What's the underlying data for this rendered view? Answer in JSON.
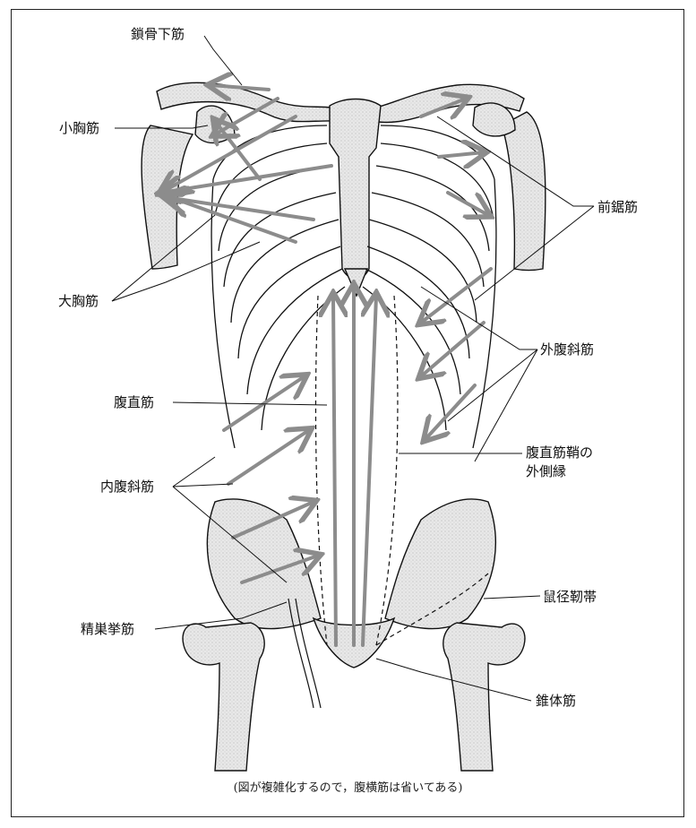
{
  "labels": {
    "subclavius": "鎖骨下筋",
    "pectoralis_minor": "小胸筋",
    "serratus_anterior": "前鋸筋",
    "pectoralis_major": "大胸筋",
    "external_oblique": "外腹斜筋",
    "rectus_abdominis": "腹直筋",
    "rectus_sheath_line1": "腹直筋鞘の",
    "rectus_sheath_line2": "外側縁",
    "internal_oblique": "内腹斜筋",
    "inguinal_ligament": "鼠径靭帯",
    "cremaster": "精巣挙筋",
    "pyramidalis": "錐体筋"
  },
  "caption": "(図が複雑化するので，腹横筋は省いてある)",
  "colors": {
    "bone_fill": "#e4e4e4",
    "bone_stroke": "#111111",
    "muscle_arrow": "#8c8c8c",
    "leader_line": "#111111"
  }
}
